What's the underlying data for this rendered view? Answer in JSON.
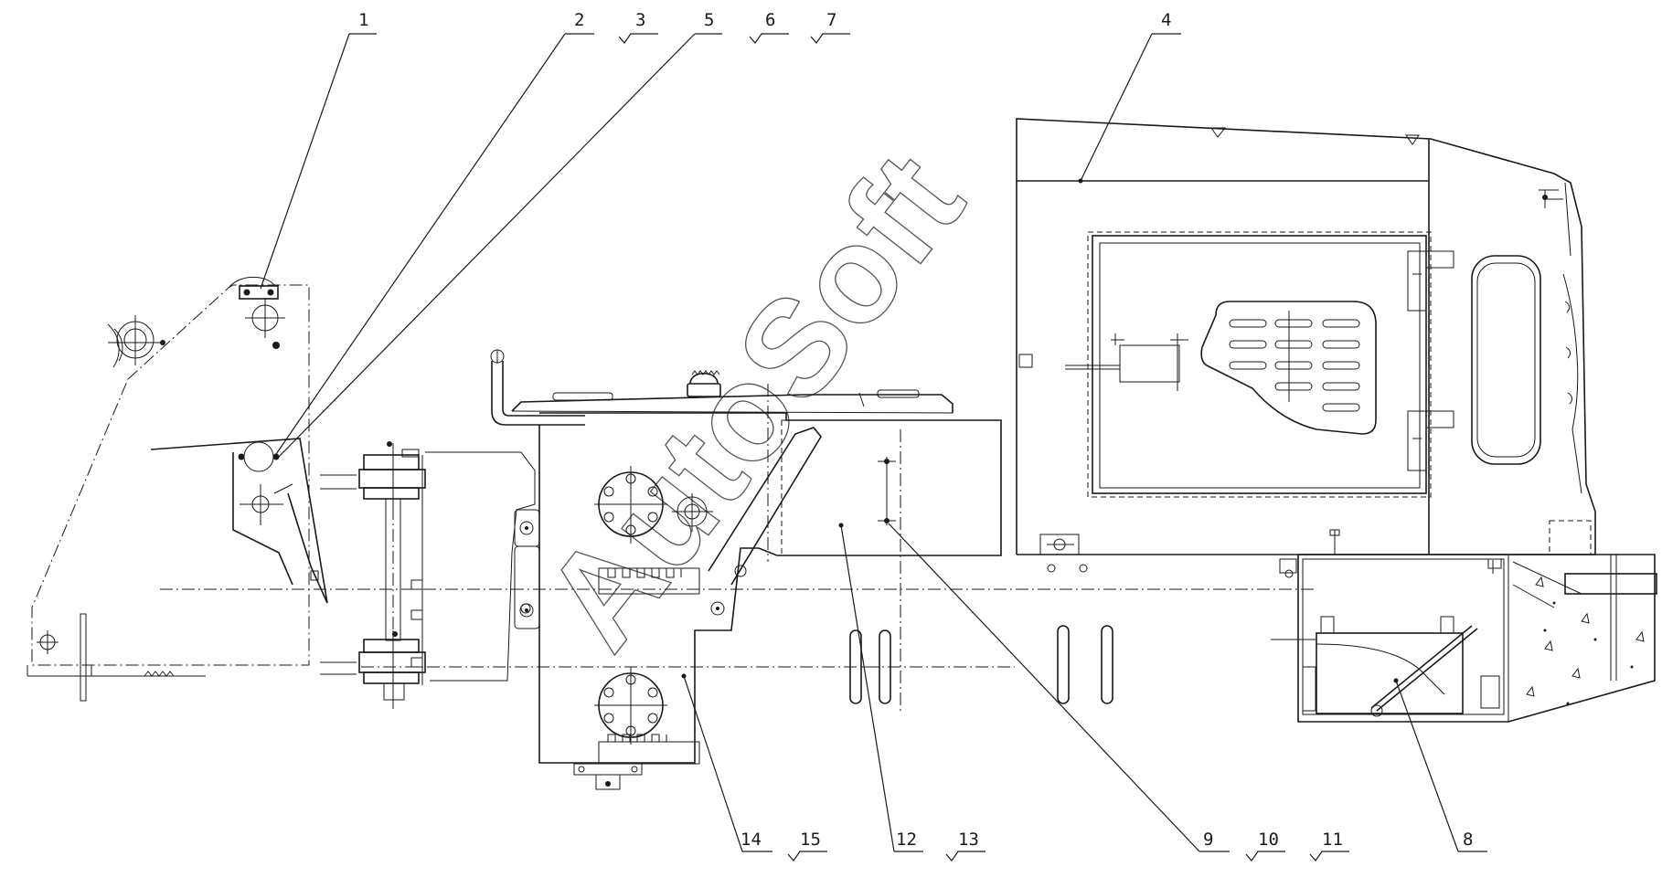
{
  "callouts": {
    "c1": "1",
    "c2": "2",
    "c3": "3",
    "c4": "4",
    "c5": "5",
    "c6": "6",
    "c7": "7",
    "c8": "8",
    "c9": "9",
    "c10": "10",
    "c11": "11",
    "c12": "12",
    "c13": "13",
    "c14": "14",
    "c15": "15"
  },
  "watermark": "AutoSoft"
}
